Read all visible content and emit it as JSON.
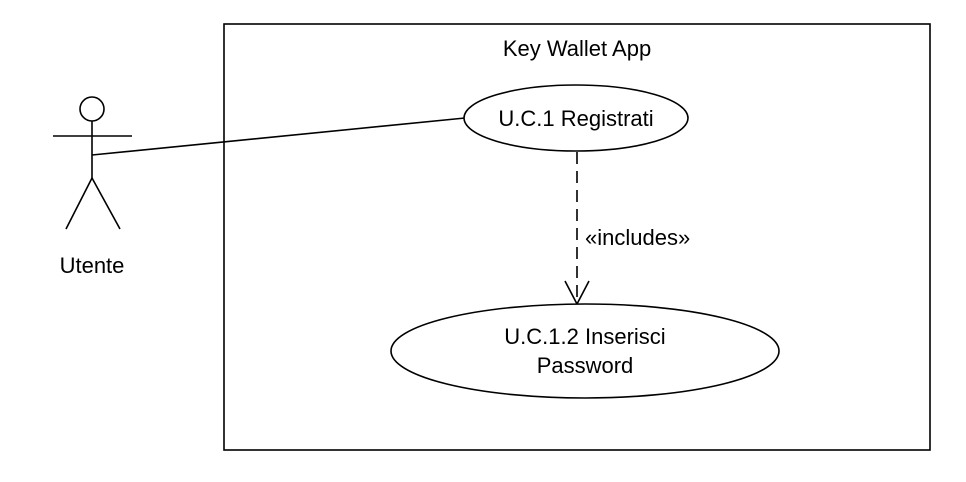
{
  "system": {
    "title": "Key Wallet App"
  },
  "actor": {
    "name": "Utente"
  },
  "use_cases": [
    {
      "lines": [
        "U.C.1 Registrati"
      ]
    },
    {
      "lines": [
        "U.C.1.2 Inserisci",
        "Password"
      ]
    }
  ],
  "relations": {
    "include_label": "«includes»"
  },
  "colors": {
    "stroke": "#000000",
    "background": "#ffffff"
  }
}
